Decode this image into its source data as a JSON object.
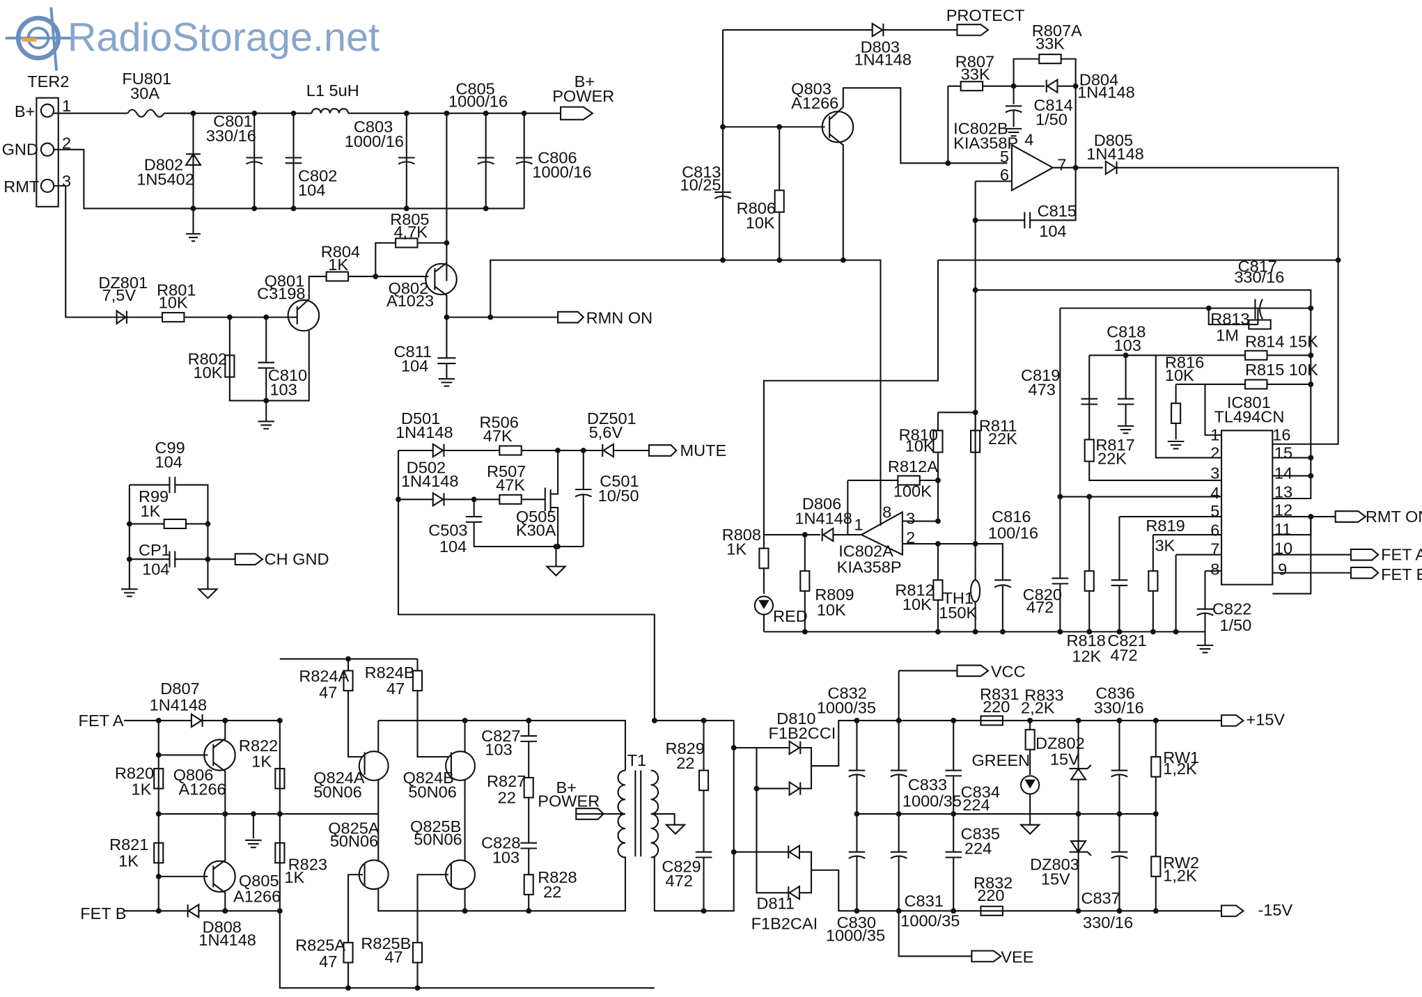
{
  "watermark": {
    "text": "RadioStorage.net",
    "colors": {
      "ring": "#6b8fbd",
      "text": "#8aa6c8",
      "bar": "#f2a24a"
    },
    "icon": "radio-logo-icon"
  },
  "labels": [
    {
      "id": "ter2",
      "t": "TER2"
    },
    {
      "id": "bplus",
      "t": "B+"
    },
    {
      "id": "gnd",
      "t": "GND"
    },
    {
      "id": "rmt",
      "t": "RMT"
    },
    {
      "id": "pin1",
      "t": "1"
    },
    {
      "id": "pin2",
      "t": "2"
    },
    {
      "id": "pin3",
      "t": "3"
    },
    {
      "id": "fu801",
      "t": "FU801"
    },
    {
      "id": "fu801v",
      "t": "30A"
    },
    {
      "id": "l1",
      "t": "L1 5uH"
    },
    {
      "id": "c801",
      "t": "C801"
    },
    {
      "id": "c801v",
      "t": "330/16"
    },
    {
      "id": "d802",
      "t": "D802"
    },
    {
      "id": "d802v",
      "t": "1N5402"
    },
    {
      "id": "c802",
      "t": "C802"
    },
    {
      "id": "c802v",
      "t": "104"
    },
    {
      "id": "c803",
      "t": "C803"
    },
    {
      "id": "c803v",
      "t": "1000/16"
    },
    {
      "id": "c805",
      "t": "C805"
    },
    {
      "id": "c805v",
      "t": "1000/16"
    },
    {
      "id": "bpower1",
      "t": "B+"
    },
    {
      "id": "bpower2",
      "t": "POWER"
    },
    {
      "id": "c806",
      "t": "C806"
    },
    {
      "id": "c806v",
      "t": "1000/16"
    },
    {
      "id": "r805",
      "t": "R805"
    },
    {
      "id": "r805v",
      "t": "4,7K"
    },
    {
      "id": "r804",
      "t": "R804"
    },
    {
      "id": "r804v",
      "t": "1K"
    },
    {
      "id": "q801",
      "t": "Q801"
    },
    {
      "id": "q801v",
      "t": "C3198"
    },
    {
      "id": "q802",
      "t": "Q802"
    },
    {
      "id": "q802v",
      "t": "A1023"
    },
    {
      "id": "dz801",
      "t": "DZ801"
    },
    {
      "id": "dz801v",
      "t": "7,5V"
    },
    {
      "id": "r801",
      "t": "R801"
    },
    {
      "id": "r801v",
      "t": "10K"
    },
    {
      "id": "rmnon",
      "t": "RMN ON"
    },
    {
      "id": "r802",
      "t": "R802"
    },
    {
      "id": "r802v",
      "t": "10K"
    },
    {
      "id": "c810",
      "t": "C810"
    },
    {
      "id": "c810v",
      "t": "103"
    },
    {
      "id": "c811",
      "t": "C811"
    },
    {
      "id": "c811v",
      "t": "104"
    },
    {
      "id": "c99",
      "t": "C99"
    },
    {
      "id": "c99v",
      "t": "104"
    },
    {
      "id": "r99",
      "t": "R99"
    },
    {
      "id": "r99v",
      "t": "1K"
    },
    {
      "id": "cp1",
      "t": "CP1"
    },
    {
      "id": "cp1v",
      "t": "104"
    },
    {
      "id": "chgnd",
      "t": "CH GND"
    },
    {
      "id": "d501",
      "t": "D501"
    },
    {
      "id": "d501v",
      "t": "1N4148"
    },
    {
      "id": "r506",
      "t": "R506"
    },
    {
      "id": "r506v",
      "t": "47K"
    },
    {
      "id": "dz501",
      "t": "DZ501"
    },
    {
      "id": "dz501v",
      "t": "5,6V"
    },
    {
      "id": "mute",
      "t": "MUTE"
    },
    {
      "id": "d502",
      "t": "D502"
    },
    {
      "id": "d502v",
      "t": "1N4148"
    },
    {
      "id": "r507",
      "t": "R507"
    },
    {
      "id": "r507v",
      "t": "47K"
    },
    {
      "id": "c501",
      "t": "C501"
    },
    {
      "id": "c501v",
      "t": "10/50"
    },
    {
      "id": "c503",
      "t": "C503"
    },
    {
      "id": "c503v",
      "t": "104"
    },
    {
      "id": "q505",
      "t": "Q505"
    },
    {
      "id": "q505v",
      "t": "K30A"
    },
    {
      "id": "protect",
      "t": "PROTECT"
    },
    {
      "id": "d803",
      "t": "D803"
    },
    {
      "id": "d803v",
      "t": "1N4148"
    },
    {
      "id": "r807a",
      "t": "R807A"
    },
    {
      "id": "r807av",
      "t": "33K"
    },
    {
      "id": "r807",
      "t": "R807"
    },
    {
      "id": "r807v",
      "t": "33K"
    },
    {
      "id": "d804",
      "t": "D804"
    },
    {
      "id": "d804v",
      "t": "1N4148"
    },
    {
      "id": "q803",
      "t": "Q803"
    },
    {
      "id": "q803v",
      "t": "A1266"
    },
    {
      "id": "c814",
      "t": "C814"
    },
    {
      "id": "c814v",
      "t": "1/50"
    },
    {
      "id": "ic802b",
      "t": "IC802B"
    },
    {
      "id": "ic802bv",
      "t": "KIA358P"
    },
    {
      "id": "p4",
      "t": "4"
    },
    {
      "id": "p5",
      "t": "5"
    },
    {
      "id": "p6",
      "t": "6"
    },
    {
      "id": "p7",
      "t": "7"
    },
    {
      "id": "d805",
      "t": "D805"
    },
    {
      "id": "d805v",
      "t": "1N4148"
    },
    {
      "id": "c813",
      "t": "C813"
    },
    {
      "id": "c813v",
      "t": "10/25"
    },
    {
      "id": "r806",
      "t": "R806"
    },
    {
      "id": "r806v",
      "t": "10K"
    },
    {
      "id": "c815",
      "t": "C815"
    },
    {
      "id": "c815v",
      "t": "104"
    },
    {
      "id": "c817",
      "t": "C817"
    },
    {
      "id": "c817v",
      "t": "330/16"
    },
    {
      "id": "r813",
      "t": "R813"
    },
    {
      "id": "r813v",
      "t": "1M"
    },
    {
      "id": "c818",
      "t": "C818"
    },
    {
      "id": "c818v",
      "t": "103"
    },
    {
      "id": "r814",
      "t": "R814 15K"
    },
    {
      "id": "c819",
      "t": "C819"
    },
    {
      "id": "c819v",
      "t": "473"
    },
    {
      "id": "r816",
      "t": "R816"
    },
    {
      "id": "r816v",
      "t": "10K"
    },
    {
      "id": "r815",
      "t": "R815 10K"
    },
    {
      "id": "ic801",
      "t": "IC801"
    },
    {
      "id": "ic801v",
      "t": "TL494CN"
    },
    {
      "id": "r810",
      "t": "R810"
    },
    {
      "id": "r810v",
      "t": "10K"
    },
    {
      "id": "r811",
      "t": "R811"
    },
    {
      "id": "r811v",
      "t": "22K"
    },
    {
      "id": "r817",
      "t": "R817"
    },
    {
      "id": "r817v",
      "t": "22K"
    },
    {
      "id": "r812a",
      "t": "R812A"
    },
    {
      "id": "r812av",
      "t": "100K"
    },
    {
      "id": "d806",
      "t": "D806"
    },
    {
      "id": "d806v",
      "t": "1N4148"
    },
    {
      "id": "p8",
      "t": "8"
    },
    {
      "id": "p3",
      "t": "3"
    },
    {
      "id": "p1",
      "t": "1"
    },
    {
      "id": "p2",
      "t": "2"
    },
    {
      "id": "c816",
      "t": "C816"
    },
    {
      "id": "c816v",
      "t": "100/16"
    },
    {
      "id": "r808",
      "t": "R808"
    },
    {
      "id": "r808v",
      "t": "1K"
    },
    {
      "id": "ic802a",
      "t": "IC802A"
    },
    {
      "id": "ic802av",
      "t": "KIA358P"
    },
    {
      "id": "r809",
      "t": "R809"
    },
    {
      "id": "r809v",
      "t": "10K"
    },
    {
      "id": "red",
      "t": "RED"
    },
    {
      "id": "r812",
      "t": "R812"
    },
    {
      "id": "r812v",
      "t": "10K"
    },
    {
      "id": "th1",
      "t": "TH1"
    },
    {
      "id": "th1v",
      "t": "150K"
    },
    {
      "id": "c820",
      "t": "C820"
    },
    {
      "id": "c820v",
      "t": "472"
    },
    {
      "id": "r819",
      "t": "R819"
    },
    {
      "id": "r819v",
      "t": "3K"
    },
    {
      "id": "c822",
      "t": "C822"
    },
    {
      "id": "c822v",
      "t": "1/50"
    },
    {
      "id": "r818",
      "t": "R818"
    },
    {
      "id": "r818v",
      "t": "12K"
    },
    {
      "id": "c821",
      "t": "C821"
    },
    {
      "id": "c821v",
      "t": "472"
    },
    {
      "id": "rmton",
      "t": "RMT ON"
    },
    {
      "id": "feta",
      "t": "FET A"
    },
    {
      "id": "fetb",
      "t": "FET B"
    },
    {
      "id": "tl1",
      "t": "1"
    },
    {
      "id": "tl2",
      "t": "2"
    },
    {
      "id": "tl3",
      "t": "3"
    },
    {
      "id": "tl4",
      "t": "4"
    },
    {
      "id": "tl5",
      "t": "5"
    },
    {
      "id": "tl6",
      "t": "6"
    },
    {
      "id": "tl7",
      "t": "7"
    },
    {
      "id": "tl8",
      "t": "8"
    },
    {
      "id": "tr16",
      "t": "16"
    },
    {
      "id": "tr15",
      "t": "15"
    },
    {
      "id": "tr14",
      "t": "14"
    },
    {
      "id": "tr13",
      "t": "13"
    },
    {
      "id": "tr12",
      "t": "12"
    },
    {
      "id": "tr11",
      "t": "11"
    },
    {
      "id": "tr10",
      "t": "10"
    },
    {
      "id": "tr9",
      "t": "9"
    },
    {
      "id": "d807",
      "t": "D807"
    },
    {
      "id": "d807v",
      "t": "1N4148"
    },
    {
      "id": "fetain",
      "t": "FET A"
    },
    {
      "id": "r820",
      "t": "R820"
    },
    {
      "id": "r820v",
      "t": "1K"
    },
    {
      "id": "q806",
      "t": "Q806"
    },
    {
      "id": "q806v",
      "t": "A1266"
    },
    {
      "id": "r822",
      "t": "R822"
    },
    {
      "id": "r822v",
      "t": "1K"
    },
    {
      "id": "r821",
      "t": "R821"
    },
    {
      "id": "r821v",
      "t": "1K"
    },
    {
      "id": "r823",
      "t": "R823"
    },
    {
      "id": "r823v",
      "t": "1K"
    },
    {
      "id": "q805",
      "t": "Q805"
    },
    {
      "id": "q805v",
      "t": "A1266"
    },
    {
      "id": "fetbin",
      "t": "FET B"
    },
    {
      "id": "d808",
      "t": "D808"
    },
    {
      "id": "d808v",
      "t": "1N4148"
    },
    {
      "id": "r824a",
      "t": "R824A"
    },
    {
      "id": "r824av",
      "t": "47"
    },
    {
      "id": "r824b",
      "t": "R824B"
    },
    {
      "id": "r824bv",
      "t": "47"
    },
    {
      "id": "q824a",
      "t": "Q824A"
    },
    {
      "id": "q824av",
      "t": "50N06"
    },
    {
      "id": "q824b",
      "t": "Q824B"
    },
    {
      "id": "q824bv",
      "t": "50N06"
    },
    {
      "id": "q825a",
      "t": "Q825A"
    },
    {
      "id": "q825av",
      "t": "50N06"
    },
    {
      "id": "q825b",
      "t": "Q825B"
    },
    {
      "id": "q825bv",
      "t": "50N06"
    },
    {
      "id": "r825a",
      "t": "R825A"
    },
    {
      "id": "r825av",
      "t": "47"
    },
    {
      "id": "r825b",
      "t": "R825B"
    },
    {
      "id": "r825bv",
      "t": "47"
    },
    {
      "id": "c827",
      "t": "C827"
    },
    {
      "id": "c827v",
      "t": "103"
    },
    {
      "id": "r827",
      "t": "R827"
    },
    {
      "id": "r827v",
      "t": "22"
    },
    {
      "id": "bpow3",
      "t": "B+"
    },
    {
      "id": "bpow4",
      "t": "POWER"
    },
    {
      "id": "t1",
      "t": "T1"
    },
    {
      "id": "c828",
      "t": "C828"
    },
    {
      "id": "c828v",
      "t": "103"
    },
    {
      "id": "r828",
      "t": "R828"
    },
    {
      "id": "r828v",
      "t": "22"
    },
    {
      "id": "r829",
      "t": "R829"
    },
    {
      "id": "r829v",
      "t": "22"
    },
    {
      "id": "c829",
      "t": "C829"
    },
    {
      "id": "c829v",
      "t": "472"
    },
    {
      "id": "d810",
      "t": "D810"
    },
    {
      "id": "d810v",
      "t": "F1B2CCI"
    },
    {
      "id": "d811",
      "t": "D811"
    },
    {
      "id": "d811v",
      "t": "F1B2CAI"
    },
    {
      "id": "c832",
      "t": "C832"
    },
    {
      "id": "c832v",
      "t": "1000/35"
    },
    {
      "id": "vcc",
      "t": "VCC"
    },
    {
      "id": "r831",
      "t": "R831"
    },
    {
      "id": "r831v",
      "t": "220"
    },
    {
      "id": "r833",
      "t": "R833"
    },
    {
      "id": "r833v",
      "t": "2,2K"
    },
    {
      "id": "c836",
      "t": "C836"
    },
    {
      "id": "c836v",
      "t": "330/16"
    },
    {
      "id": "p15v",
      "t": "+15V"
    },
    {
      "id": "dz802",
      "t": "DZ802"
    },
    {
      "id": "dz802v",
      "t": "15V"
    },
    {
      "id": "green",
      "t": "GREEN"
    },
    {
      "id": "rw1",
      "t": "RW1"
    },
    {
      "id": "rw1v",
      "t": "1,2K"
    },
    {
      "id": "c833",
      "t": "C833"
    },
    {
      "id": "c833v",
      "t": "1000/35"
    },
    {
      "id": "c834",
      "t": "C834"
    },
    {
      "id": "c834v",
      "t": "224"
    },
    {
      "id": "c835",
      "t": "C835"
    },
    {
      "id": "c835v",
      "t": "224"
    },
    {
      "id": "dz803",
      "t": "DZ803"
    },
    {
      "id": "dz803v",
      "t": "15V"
    },
    {
      "id": "rw2",
      "t": "RW2"
    },
    {
      "id": "rw2v",
      "t": "1,2K"
    },
    {
      "id": "r832",
      "t": "R832"
    },
    {
      "id": "r832v",
      "t": "220"
    },
    {
      "id": "c831",
      "t": "C831"
    },
    {
      "id": "c831v",
      "t": "1000/35"
    },
    {
      "id": "c837",
      "t": "C837"
    },
    {
      "id": "c837v",
      "t": "330/16"
    },
    {
      "id": "m15v",
      "t": "-15V"
    },
    {
      "id": "c830",
      "t": "C830"
    },
    {
      "id": "c830v",
      "t": "1000/35"
    },
    {
      "id": "vee",
      "t": "VEE"
    }
  ]
}
